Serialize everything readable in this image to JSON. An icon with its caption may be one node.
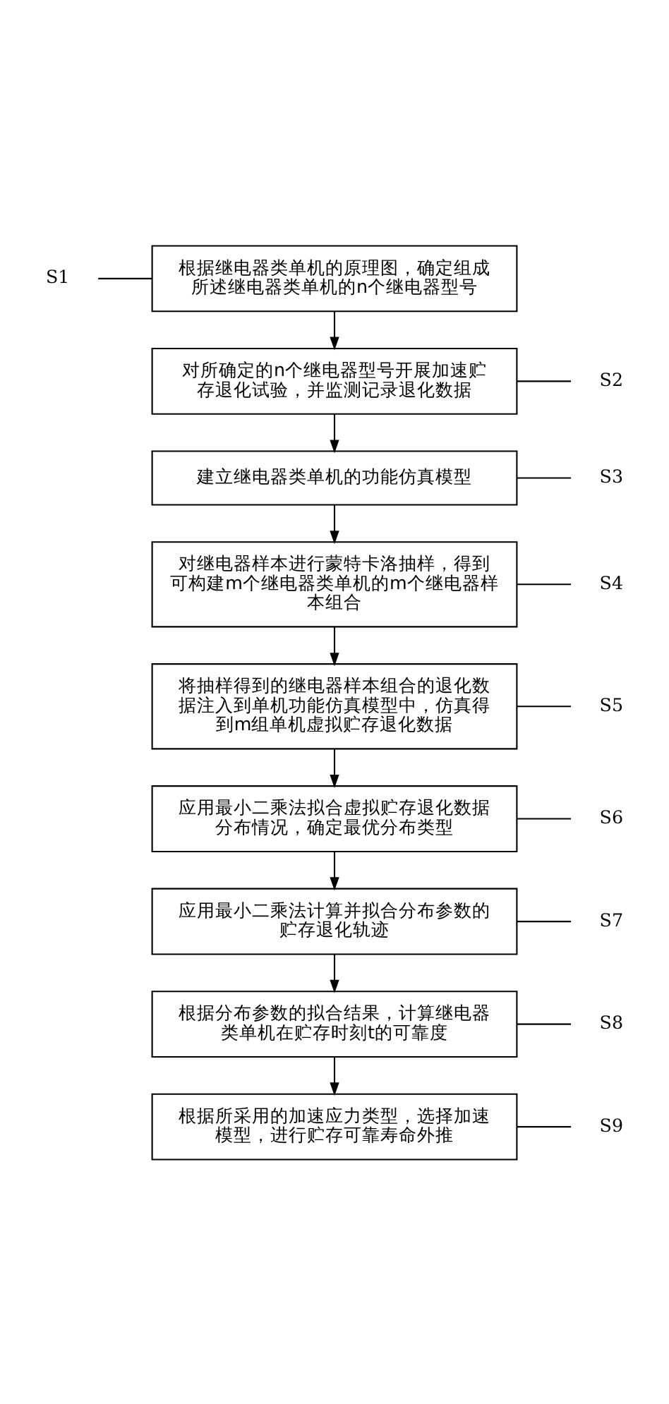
{
  "diagram": {
    "nodes": [
      {
        "text": [
          "S1"
        ]
      },
      {
        "text": [
          "根据继电器类单机的原理图，确定组成所述继电器类单机的n个继电器型号"
        ]
      },
      {
        "text": [
          "S2"
        ]
      },
      {
        "text": [
          "对所确定的n个继电器型号开展加速贮存退化试验，并监测记录退化数据"
        ]
      },
      {
        "text": [
          "S3"
        ]
      },
      {
        "text": [
          "建立继电器类单机的功能仿真模型"
        ]
      },
      {
        "text": [
          "S4"
        ]
      },
      {
        "text": [
          "对继电器样本进行蒙特卡洛抽样，得到可构建m个继电器类单机的m个继电器样本组合"
        ]
      },
      {
        "text": [
          "S5"
        ]
      },
      {
        "text": [
          "将抽样得到的继电器样本组合的退化数据注入到单机功能仿真模型中，仿真得到m组单机虚拟贮存退化数据"
        ]
      },
      {
        "text": [
          "S6"
        ]
      },
      {
        "text": [
          "应用最小二乘法拟合虚拟贮存退化数据分布情况，确定最优分布类型"
        ]
      },
      {
        "text": [
          "S7"
        ]
      },
      {
        "text": [
          "应用最小二乘法计算并拟合分布参数的贮存退化轨迹"
        ]
      },
      {
        "text": [
          "S8"
        ]
      },
      {
        "text": [
          "根据分布参数的拟合结果，计算继电器类单机在贮存时刻t的可靠度"
        ]
      },
      {
        "text": [
          "S9"
        ]
      },
      {
        "text": [
          "根据所采用的加速应力类型，选择加速模型，进行贮存可靠寿命外推"
        ]
      }
    ],
    "edges": [
      {
        "from": 0,
        "to": 1,
        "arrow": "none"
      },
      {
        "from": 1,
        "to": 3,
        "arrow": "to"
      },
      {
        "from": 2,
        "to": 3,
        "arrow": "none"
      },
      {
        "from": 3,
        "to": 5,
        "arrow": "to"
      },
      {
        "from": 4,
        "to": 5,
        "arrow": "none"
      },
      {
        "from": 5,
        "to": 7,
        "arrow": "to"
      },
      {
        "from": 6,
        "to": 7,
        "arrow": "none"
      },
      {
        "from": 7,
        "to": 9,
        "arrow": "to"
      },
      {
        "from": 8,
        "to": 9,
        "arrow": "none"
      },
      {
        "from": 9,
        "to": 11,
        "arrow": "to"
      },
      {
        "from": 10,
        "to": 11,
        "arrow": "none"
      },
      {
        "from": 11,
        "to": 13,
        "arrow": "to"
      },
      {
        "from": 12,
        "to": 13,
        "arrow": "none"
      },
      {
        "from": 13,
        "to": 15,
        "arrow": "to"
      },
      {
        "from": 14,
        "to": 15,
        "arrow": "none"
      },
      {
        "from": 15,
        "to": 17,
        "arrow": "to"
      },
      {
        "from": 16,
        "to": 17,
        "arrow": "none"
      }
    ]
  }
}
